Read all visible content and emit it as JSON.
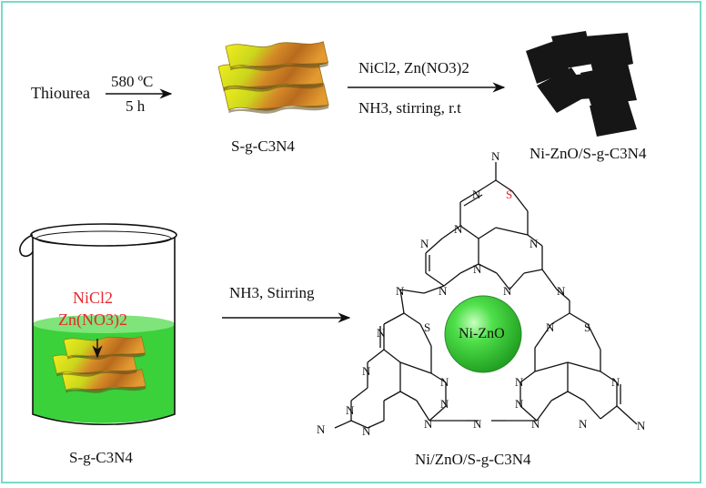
{
  "top": {
    "reactant": "Thiourea",
    "step1_top": "580 ºC",
    "step1_bottom": "5 h",
    "product1": "S-g-C3N4",
    "step2_top": "NiCl2, Zn(NO3)2",
    "step2_bottom": "NH3, stirring, r.t",
    "product2": "Ni-ZnO/S-g-C3N4"
  },
  "bottom": {
    "beaker_reagent1": "NiCl2",
    "beaker_reagent2": "Zn(NO3)2",
    "beaker_label": "S-g-C3N4",
    "arrow_label": "NH3, Stirring",
    "sphere_label": "Ni-ZnO",
    "product_label": "Ni/ZnO/S-g-C3N4"
  },
  "structure": {
    "nitrogen": "N",
    "sulfur": "S"
  },
  "colors": {
    "frame": "#7ad9c9",
    "sulfur": "#e8262b",
    "reagent_text": "#e8262b",
    "sphere": "#3fd23f",
    "liquid": "#3ad13a",
    "sheet_yellow": "#dfe21a",
    "sheet_orange": "#c87a22",
    "catalyst": "#161616"
  }
}
